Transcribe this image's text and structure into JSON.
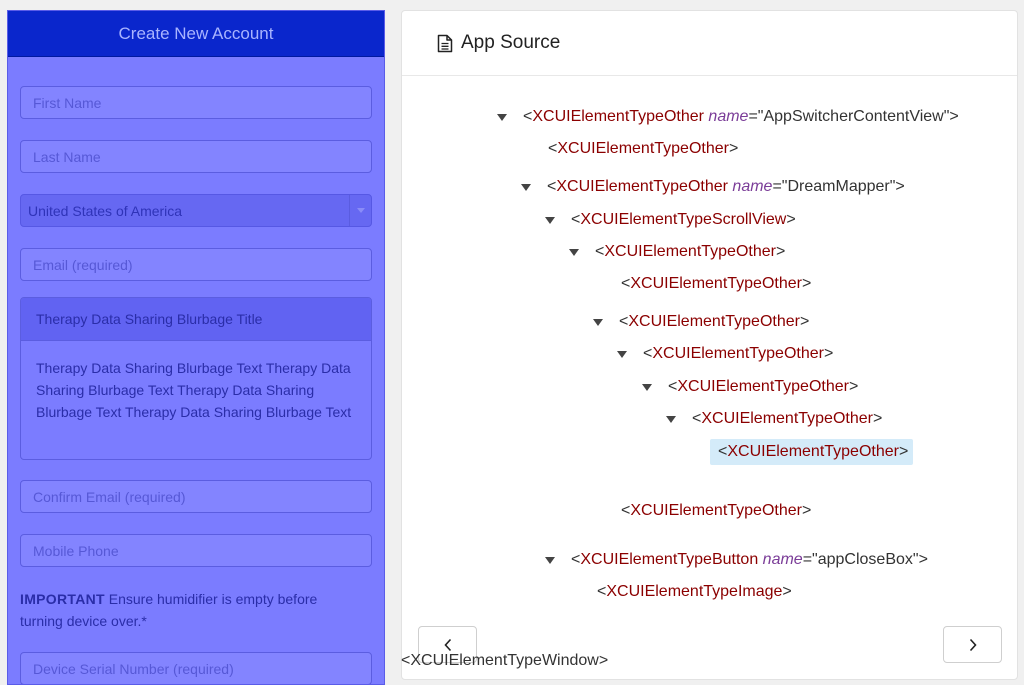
{
  "phone": {
    "header_title": "Create New Account",
    "first_name_placeholder": "First Name",
    "last_name_placeholder": "Last Name",
    "country_selected": "United States of America",
    "email_placeholder": "Email (required)",
    "blurb_title": "Therapy Data Sharing Blurbage Title",
    "blurb_text": "Therapy Data Sharing Blurbage Text Therapy Data Sharing Blurbage Text Therapy Data Sharing Blurbage Text Therapy Data Sharing Blurbage Text",
    "confirm_email_placeholder": "Confirm Email (required)",
    "mobile_phone_placeholder": "Mobile Phone",
    "important_label": "IMPORTANT",
    "important_text": " Ensure humidifier is empty before turning device over.*",
    "serial_placeholder": "Device Serial Number (required)"
  },
  "source": {
    "title": "App Source",
    "icon": "document-icon",
    "prev_icon": "chevron-left-icon",
    "next_icon": "chevron-right-icon",
    "window_tag": "<XCUIElementTypeWindow>",
    "nodes": [
      {
        "tag": "XCUIElementTypeOther",
        "attr": "name",
        "value": "\"AppSwitcherContentView\"",
        "expand": true,
        "selected": false
      },
      {
        "tag": "XCUIElementTypeOther",
        "attr": "",
        "value": "",
        "expand": false,
        "selected": false
      },
      {
        "tag": "XCUIElementTypeOther",
        "attr": "name",
        "value": "\"DreamMapper\"",
        "expand": true,
        "selected": false
      },
      {
        "tag": "XCUIElementTypeScrollView",
        "attr": "",
        "value": "",
        "expand": true,
        "selected": false
      },
      {
        "tag": "XCUIElementTypeOther",
        "attr": "",
        "value": "",
        "expand": true,
        "selected": false
      },
      {
        "tag": "XCUIElementTypeOther",
        "attr": "",
        "value": "",
        "expand": false,
        "selected": false
      },
      {
        "tag": "XCUIElementTypeOther",
        "attr": "",
        "value": "",
        "expand": true,
        "selected": false
      },
      {
        "tag": "XCUIElementTypeOther",
        "attr": "",
        "value": "",
        "expand": true,
        "selected": false
      },
      {
        "tag": "XCUIElementTypeOther",
        "attr": "",
        "value": "",
        "expand": true,
        "selected": false
      },
      {
        "tag": "XCUIElementTypeOther",
        "attr": "",
        "value": "",
        "expand": true,
        "selected": false
      },
      {
        "tag": "XCUIElementTypeOther",
        "attr": "",
        "value": "",
        "expand": false,
        "selected": true
      },
      {
        "tag": "XCUIElementTypeOther",
        "attr": "",
        "value": "",
        "expand": false,
        "selected": false
      },
      {
        "tag": "XCUIElementTypeButton",
        "attr": "name",
        "value": "\"appCloseBox\"",
        "expand": true,
        "selected": false
      },
      {
        "tag": "XCUIElementTypeImage",
        "attr": "",
        "value": "",
        "expand": false,
        "selected": false
      }
    ]
  }
}
